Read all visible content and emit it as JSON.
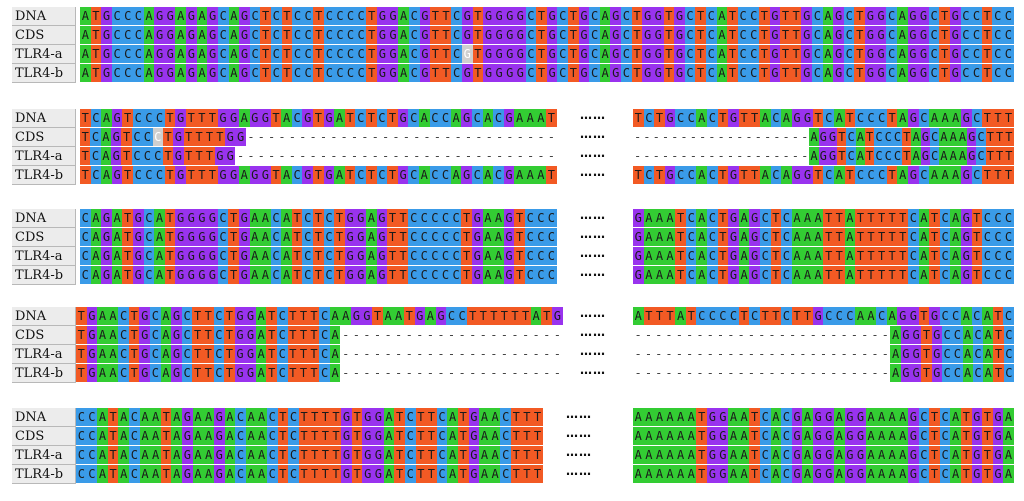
{
  "colors": {
    "A": "#33cc33",
    "C": "#3a9be8",
    "G": "#9933ee",
    "T": "#f25a24",
    "highlight": "#cfcfcf"
  },
  "labels": [
    "DNA",
    "CDS",
    "TLR4-a",
    "TLR4-b"
  ],
  "ellipsis": "……",
  "blocks": [
    {
      "rows": [
        {
          "segments": [
            "ATGCCCAGGAGAGCAGCTCTCCTCCCCTGGACGTTCGTGGGGCTGCTGCAGCTGGTGCTCATCCTGTTGCAGCTGGCAGGCTGCCTCC"
          ]
        },
        {
          "segments": [
            "ATGCCCAGGAGAGCAGCTCTCCTCCCCTGGACGTTCGTGGGGCTGCTGCAGCTGGTGCTCATCCTGTTGCAGCTGGCAGGCTGCCTCC"
          ]
        },
        {
          "segments": [
            "ATGCCCAGGAGAGCAGCTCTCCTCCCCTGGACGTTCGTGGGGCTGCTGCAGCTGGTGCTCATCCTGTTGCAGCTGGCAGGCTGCCTCC"
          ],
          "hl": [
            36
          ]
        },
        {
          "segments": [
            "ATGCCCAGGAGAGCAGCTCTCCTCCCCTGGACGTTCGTGGGGCTGCTGCAGCTGGTGCTCATCCTGTTGCAGCTGGCAGGCTGCCTCC"
          ]
        }
      ]
    },
    {
      "rows": [
        {
          "segments": [
            "TCAGTCCCTGTTTGGAGGTACGTGATCTCTGCACCAGCACGAAAT",
            "TCTGCCACTGTTACAGGTCATCCCTAGCAAAGCTTT"
          ]
        },
        {
          "segments": [
            "TCAGTCCCTGTTTTGG------------------------------",
            "-------------------AGGTCATCCCTAGCAAAGCTTT"
          ],
          "hl": [
            7
          ]
        },
        {
          "segments": [
            "TCAGTCCCTGTTTGG-------------------------------",
            "-------------------AGGTCATCCCTAGCAAAGCTTT"
          ]
        },
        {
          "segments": [
            "TCAGTCCCTGTTTGGAGGTACGTGATCTCTGCACCAGCACGAAAT",
            "TCTGCCACTGTTACAGGTCATCCCTAGCAAAGCTTT"
          ]
        }
      ]
    },
    {
      "rows": [
        {
          "segments": [
            "CAGATGCATGGGGCTGAACATCTCTGGAGTTCCCCCTGAAGTCCC",
            "GAAATCACTGAGCTCAAATTATTTTTCATCAGTCCC"
          ]
        },
        {
          "segments": [
            "CAGATGCATGGGGCTGAACATCTCTGGAGTTCCCCCTGAAGTCCC",
            "GAAATCACTGAGCTCAAATTATTTTTCATCAGTCCC"
          ]
        },
        {
          "segments": [
            "CAGATGCATGGGGCTGAACATCTCTGGAGTTCCCCCTGAAGTCCC",
            "GAAATCACTGAGCTCAAATTATTTTTCATCAGTCCC"
          ]
        },
        {
          "segments": [
            "CAGATGCATGGGGCTGAACATCTCTGGAGTTCCCCCTGAAGTCCC",
            "GAAATCACTGAGCTCAAATTATTTTTCATCAGTCCC"
          ]
        }
      ]
    },
    {
      "rows": [
        {
          "segments": [
            "TGAACTGCAGCTTCTGGATCTTTCAAGGTAATGAGCCTTTTTTATG",
            "ATTTATCCCCTCTTCTTGCCCAACAGGTGCCACATC"
          ]
        },
        {
          "segments": [
            "TGAACTGCAGCTTCTGGATCTTTCA---------------------",
            "-------------------------AGGTGCCACATC"
          ]
        },
        {
          "segments": [
            "TGAACTGCAGCTTCTGGATCTTTCA---------------------",
            "-------------------------AGGTGCCACATC"
          ]
        },
        {
          "segments": [
            "TGAACTGCAGCTTCTGGATCTTTCA---------------------",
            "-------------------------AGGTGCCACATC"
          ]
        }
      ]
    },
    {
      "rows": [
        {
          "segments": [
            "CCATACAATAGAAGACAACTCTTTTGTGGATCTTCATGAACTTT",
            "AAAAAATGGAATCACGAGGAGGAAAAGCTCATGTGA"
          ]
        },
        {
          "segments": [
            "CCATACAATAGAAGACAACTCTTTTGTGGATCTTCATGAACTTT",
            "AAAAAATGGAATCACGAGGAGGAAAAGCTCATGTGA"
          ]
        },
        {
          "segments": [
            "CCATACAATAGAAGACAACTCTTTTGTGGATCTTCATGAACTTT",
            "AAAAAATGGAATCACGAGGAGGAAAAGCTCATGTGA"
          ]
        },
        {
          "segments": [
            "CCATACAATAGAAGACAACTCTTTTGTGGATCTTCATGAACTTT",
            "AAAAAATGGAATCACGAGGAGGAAAAGCTCATGTGA"
          ]
        }
      ]
    }
  ]
}
